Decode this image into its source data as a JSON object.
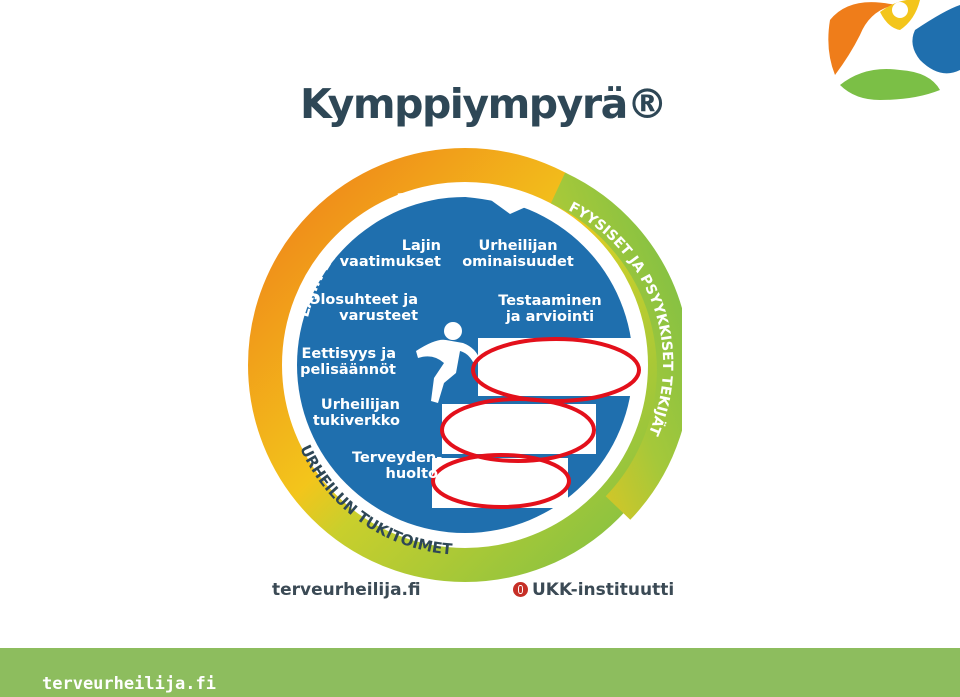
{
  "title": "Kymppiympyrä®",
  "ring_labels": {
    "top_left": "LAJIN LUONNE",
    "right": "FYYSISET JA PSYYKKISET TEKIJÄT",
    "bottom": "URHEILUN TUKITOIMET"
  },
  "inner_left": [
    "Lajin\nvaatimukset",
    "Olosuhteet ja\nvarusteet",
    "Eettisyys ja\npelisäännöt",
    "Urheilijan\ntukiverkko",
    "Terveyden-\nhuolto"
  ],
  "inner_right": [
    "Urheilijan\nominaisuudet",
    "Testaaminen\nja arviointi"
  ],
  "footer": {
    "left_brand": "terveurheilija.fi",
    "right_brand": "UKK-instituutti"
  },
  "bottom_bar_text": "terveurheilija.fi",
  "colors": {
    "circle_blue": "#1f6fae",
    "title": "#2e4756",
    "ring_orange": "#ef7d1a",
    "ring_yellow": "#f3c51b",
    "ring_green": "#7bbf46",
    "highlight_red": "#e3101b",
    "bar_green": "#8dbd5e"
  }
}
